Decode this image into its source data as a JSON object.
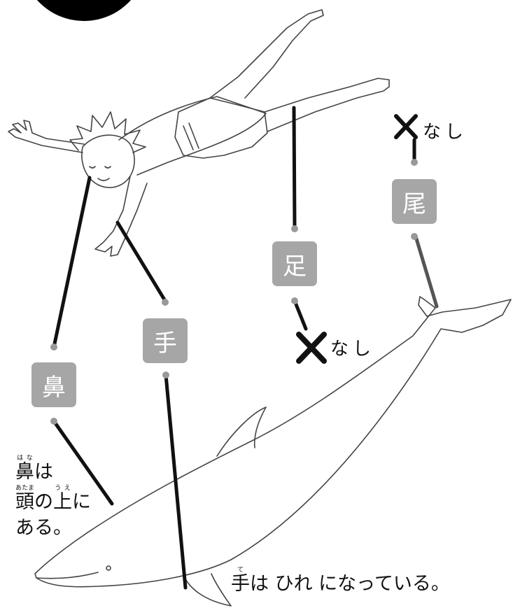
{
  "labels": {
    "nose": "鼻",
    "hand": "手",
    "foot": "足",
    "tail": "尾"
  },
  "absent": {
    "foot_text": "なし",
    "tail_text": "なし"
  },
  "notes": {
    "nose_note": {
      "line1_kanji": "鼻",
      "line1_ruby": "はな",
      "line1_rest": "は",
      "line2_kanji1": "頭",
      "line2_ruby1": "あたま",
      "line2_mid": "の",
      "line2_kanji2": "上",
      "line2_ruby2": "うえ",
      "line2_rest": "に",
      "line3": "ある。"
    },
    "hand_note": {
      "kanji": "手",
      "ruby": "て",
      "rest": "は ひれ になっている。"
    }
  },
  "colors": {
    "label_bg": "#a6a6a6",
    "label_text": "#ffffff",
    "line": "#111111",
    "dot": "#999999",
    "tail_line": "#555555",
    "top_circle": "#000000"
  }
}
